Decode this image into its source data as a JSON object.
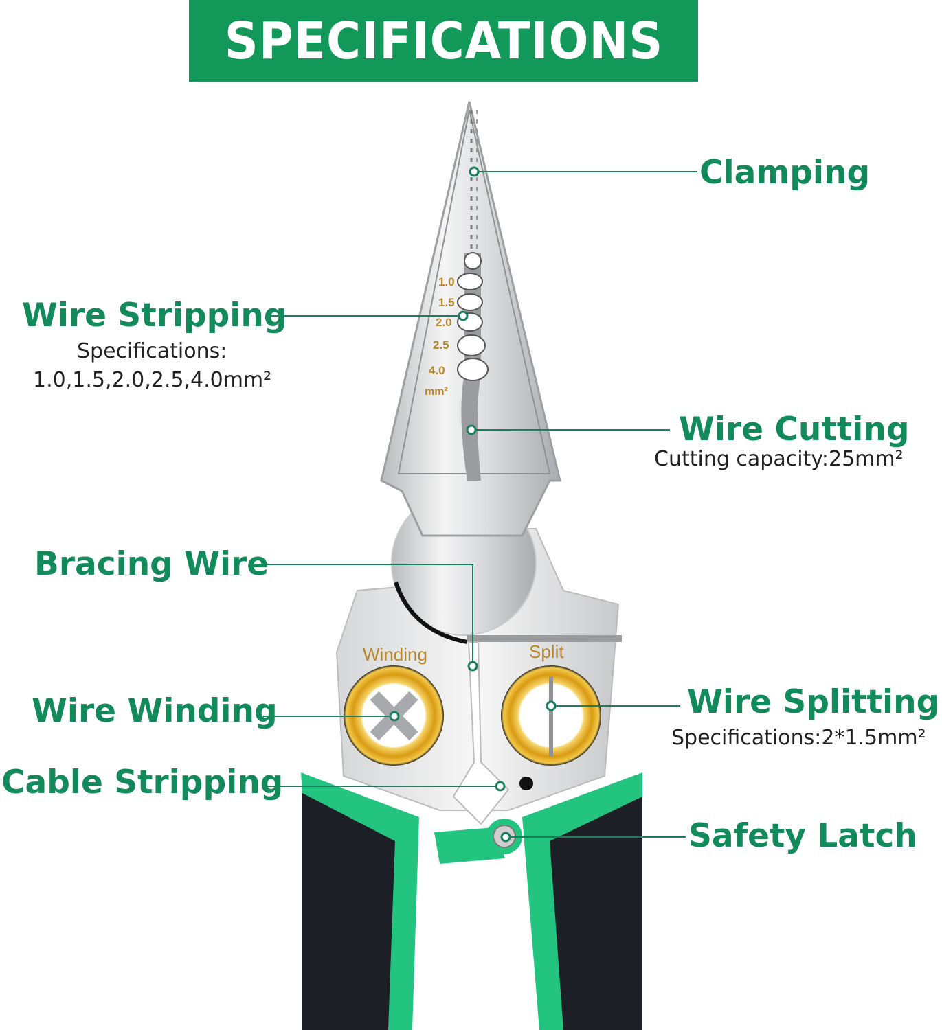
{
  "header": {
    "title": "SPECIFICATIONS"
  },
  "colors": {
    "banner_green": "#129859",
    "label_green": "#138a5b",
    "handle_green": "#22c47f",
    "handle_black": "#1c2026",
    "gold_ring": "#d9a21f",
    "engraving": "#b8862b",
    "leader_line": "#1a7f5a"
  },
  "callouts": {
    "clamping": {
      "title": "Clamping"
    },
    "wire_stripping": {
      "title": "Wire Stripping",
      "detail_line1": "Specifications:",
      "detail_line2": "1.0,1.5,2.0,2.5,4.0mm²"
    },
    "wire_cutting": {
      "title": "Wire Cutting",
      "detail": "Cutting capacity:25mm²"
    },
    "bracing_wire": {
      "title": "Bracing Wire"
    },
    "wire_winding": {
      "title": "Wire Winding"
    },
    "wire_splitting": {
      "title": "Wire Splitting",
      "detail": "Specifications:2*1.5mm²"
    },
    "cable_stripping": {
      "title": "Cable Stripping"
    },
    "safety_latch": {
      "title": "Safety Latch"
    }
  },
  "tool_engravings": {
    "strip_gauges": [
      "1.0",
      "1.5",
      "2.0",
      "2.5",
      "4.0"
    ],
    "strip_unit": "mm²",
    "left_hole": "Winding",
    "right_hole": "Split"
  }
}
